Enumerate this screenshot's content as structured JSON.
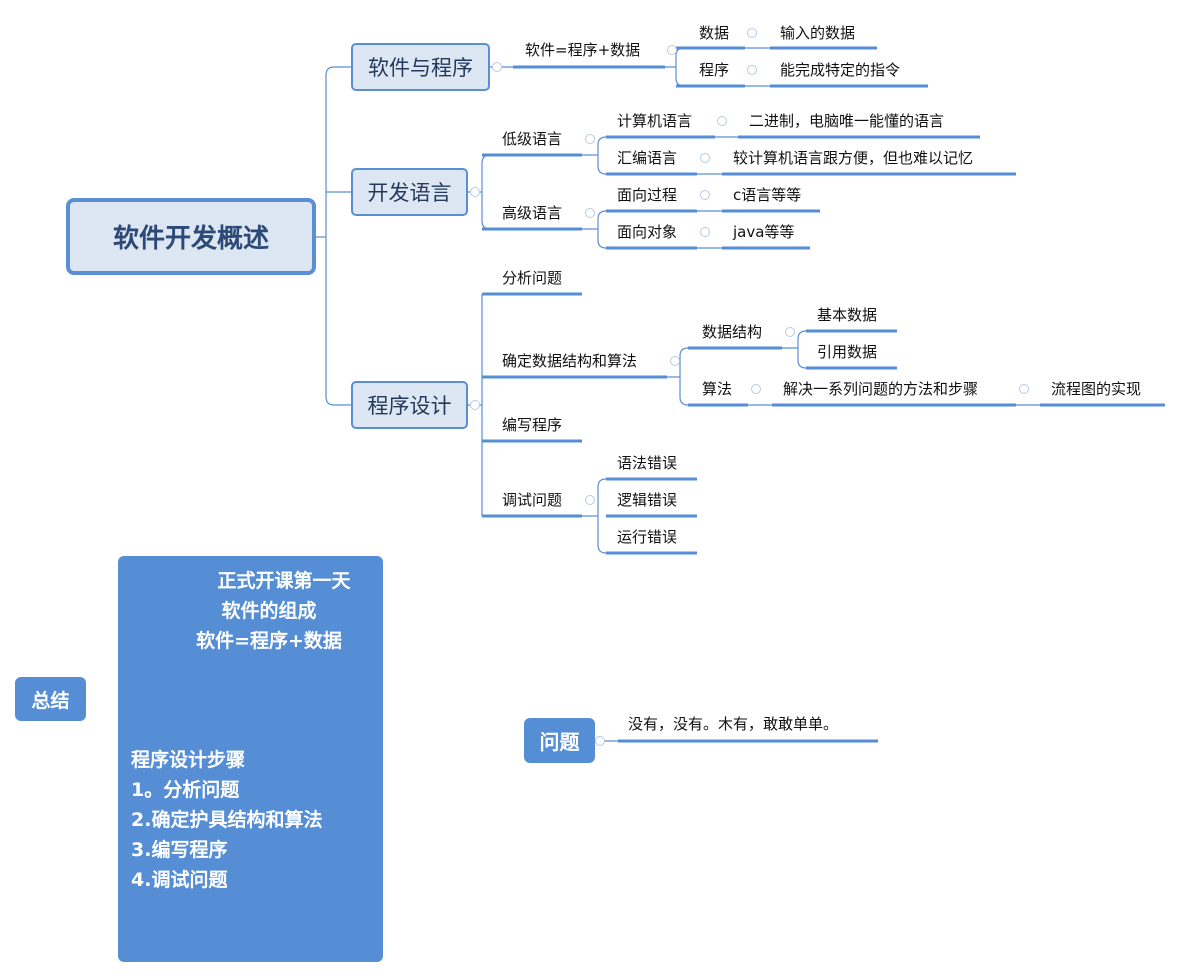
{
  "root": "软件开发概述",
  "branches": {
    "b1": "软件与程序",
    "b2": "开发语言",
    "b3": "程序设计"
  },
  "b1": {
    "formula": "软件=程序+数据",
    "data": "数据",
    "data_desc": "输入的数据",
    "program": "程序",
    "program_desc": "能完成特定的指令"
  },
  "b2": {
    "low": "低级语言",
    "machine": "计算机语言",
    "machine_desc": "二进制，电脑唯一能懂的语言",
    "asm": "汇编语言",
    "asm_desc": "较计算机语言跟方便，但也难以记忆",
    "high": "高级语言",
    "proc": "面向过程",
    "proc_desc": "c语言等等",
    "oop": "面向对象",
    "oop_desc": "java等等"
  },
  "b3": {
    "analyze": "分析问题",
    "ds_algo": "确定数据结构和算法",
    "ds": "数据结构",
    "basic": "基本数据",
    "ref": "引用数据",
    "algo": "算法",
    "algo_desc": "解决一系列问题的方法和步骤",
    "flow": "流程图的实现",
    "write": "编写程序",
    "debug": "调试问题",
    "syntax": "语法错误",
    "logic": "逻辑错误",
    "runtime": "运行错误"
  },
  "summary": {
    "title": "总结",
    "lines_top": [
      "正式开课第一天",
      "软件的组成",
      "软件=程序+数据"
    ],
    "lines_bottom": [
      "程序设计步骤",
      "1。分析问题",
      "2.确定护具结构和算法",
      "3.编写程序",
      "4.调试问题"
    ]
  },
  "question": {
    "title": "问题",
    "answer": "没有，没有。木有，敢敢单单。"
  }
}
